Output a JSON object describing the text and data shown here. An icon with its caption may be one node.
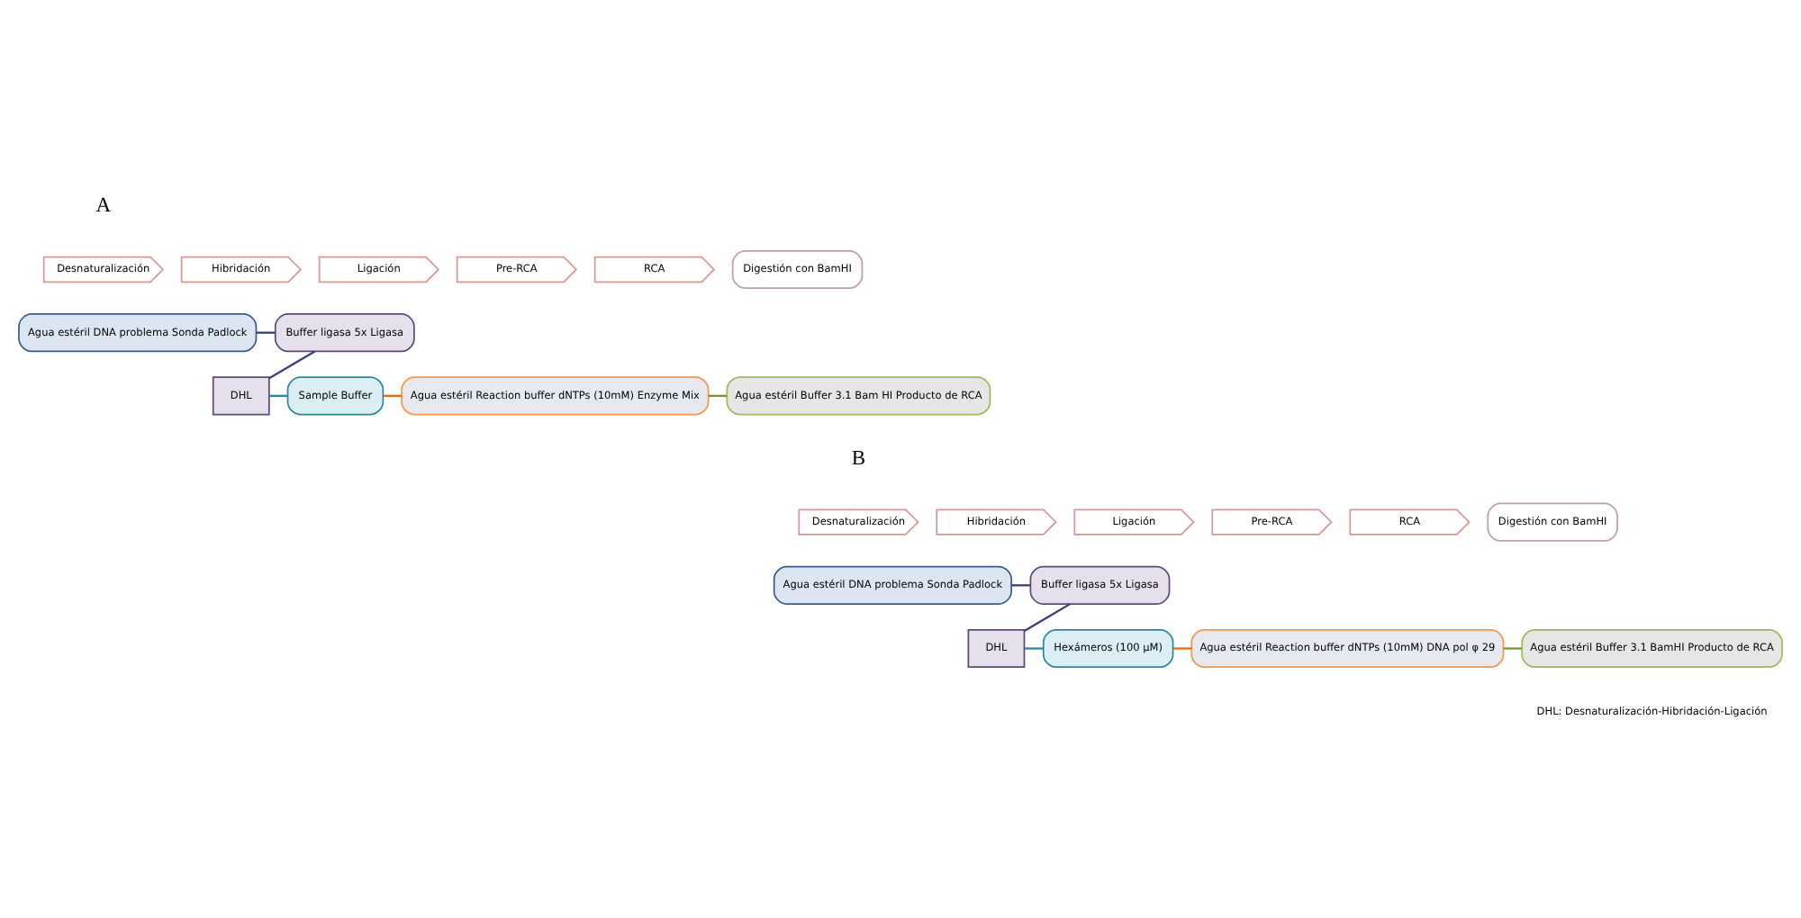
{
  "diagram": {
    "nodes": [
      {
        "text": [
          "Desnaturalización"
        ]
      },
      {
        "text": [
          "Hibridación"
        ]
      },
      {
        "text": [
          "Ligación"
        ]
      },
      {
        "text": [
          "Pre-RCA"
        ]
      },
      {
        "text": [
          "RCA"
        ]
      },
      {
        "text": [
          "Digestión con BamHI"
        ]
      },
      {
        "text": [
          "Agua estéril DNA problema Sonda Padlock"
        ]
      },
      {
        "text": [
          "Buffer ligasa 5x Ligasa"
        ]
      },
      {
        "text": [
          "DHL"
        ]
      },
      {
        "text": [
          "Sample Buffer"
        ]
      },
      {
        "text": [
          "Agua estéril Reaction buffer dNTPs (10mM) Enzyme Mix"
        ]
      },
      {
        "text": [
          "Agua estéril Buffer 3.1 Bam HI Producto de RCA"
        ]
      },
      {
        "text": [
          "Desnaturalización"
        ]
      },
      {
        "text": [
          "Hibridación"
        ]
      },
      {
        "text": [
          "Ligación"
        ]
      },
      {
        "text": [
          "Pre-RCA"
        ]
      },
      {
        "text": [
          "RCA"
        ]
      },
      {
        "text": [
          "Digestión con BamHI"
        ]
      },
      {
        "text": [
          "Agua estéril DNA problema Sonda Padlock"
        ]
      },
      {
        "text": [
          "Buffer ligasa 5x Ligasa"
        ]
      },
      {
        "text": [
          "DHL"
        ]
      },
      {
        "text": [
          "Hexámeros (100 µM)"
        ]
      },
      {
        "text": [
          "Agua estéril Reaction buffer dNTPs (10mM) DNA pol φ 29"
        ]
      },
      {
        "text": [
          "Agua estéril Buffer 3.1 BamHI Producto de RCA"
        ]
      }
    ],
    "edges": [
      {
        "from": 6,
        "to": 7,
        "arrow": "none",
        "color": "#3b3f78"
      },
      {
        "from": 7,
        "to": 8,
        "arrow": "none",
        "color": "#3b3f78"
      },
      {
        "from": 8,
        "to": 9,
        "arrow": "none",
        "color": "#31859c"
      },
      {
        "from": 9,
        "to": 10,
        "arrow": "none",
        "color": "#e46c0a"
      },
      {
        "from": 10,
        "to": 11,
        "arrow": "none",
        "color": "#77933c"
      },
      {
        "from": 18,
        "to": 19,
        "arrow": "none",
        "color": "#3b3f78"
      },
      {
        "from": 19,
        "to": 20,
        "arrow": "none",
        "color": "#3b3f78"
      },
      {
        "from": 20,
        "to": 21,
        "arrow": "none",
        "color": "#31859c"
      },
      {
        "from": 21,
        "to": 22,
        "arrow": "none",
        "color": "#e46c0a"
      },
      {
        "from": 22,
        "to": 23,
        "arrow": "none",
        "color": "#77933c"
      }
    ],
    "labels": [
      "A",
      "B",
      "DHL: Desnaturalización-Hibridación-Ligación"
    ]
  }
}
